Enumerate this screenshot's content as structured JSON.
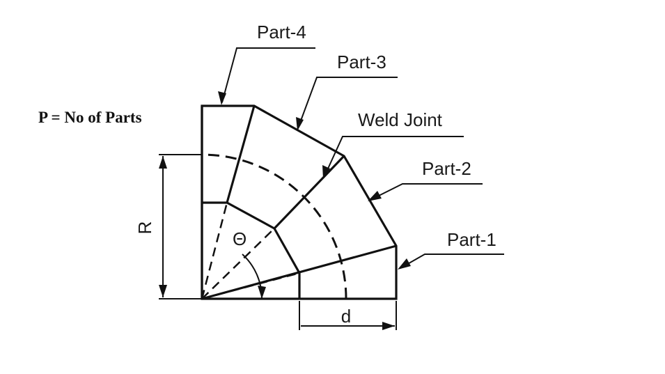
{
  "diagram": {
    "formula_label": "P = No of Parts",
    "callouts": {
      "part4": "Part-4",
      "part3": "Part-3",
      "weld_joint": "Weld Joint",
      "part2": "Part-2",
      "part1": "Part-1"
    },
    "dimensions": {
      "radius": "R",
      "diameter": "d",
      "angle": "Θ"
    }
  }
}
